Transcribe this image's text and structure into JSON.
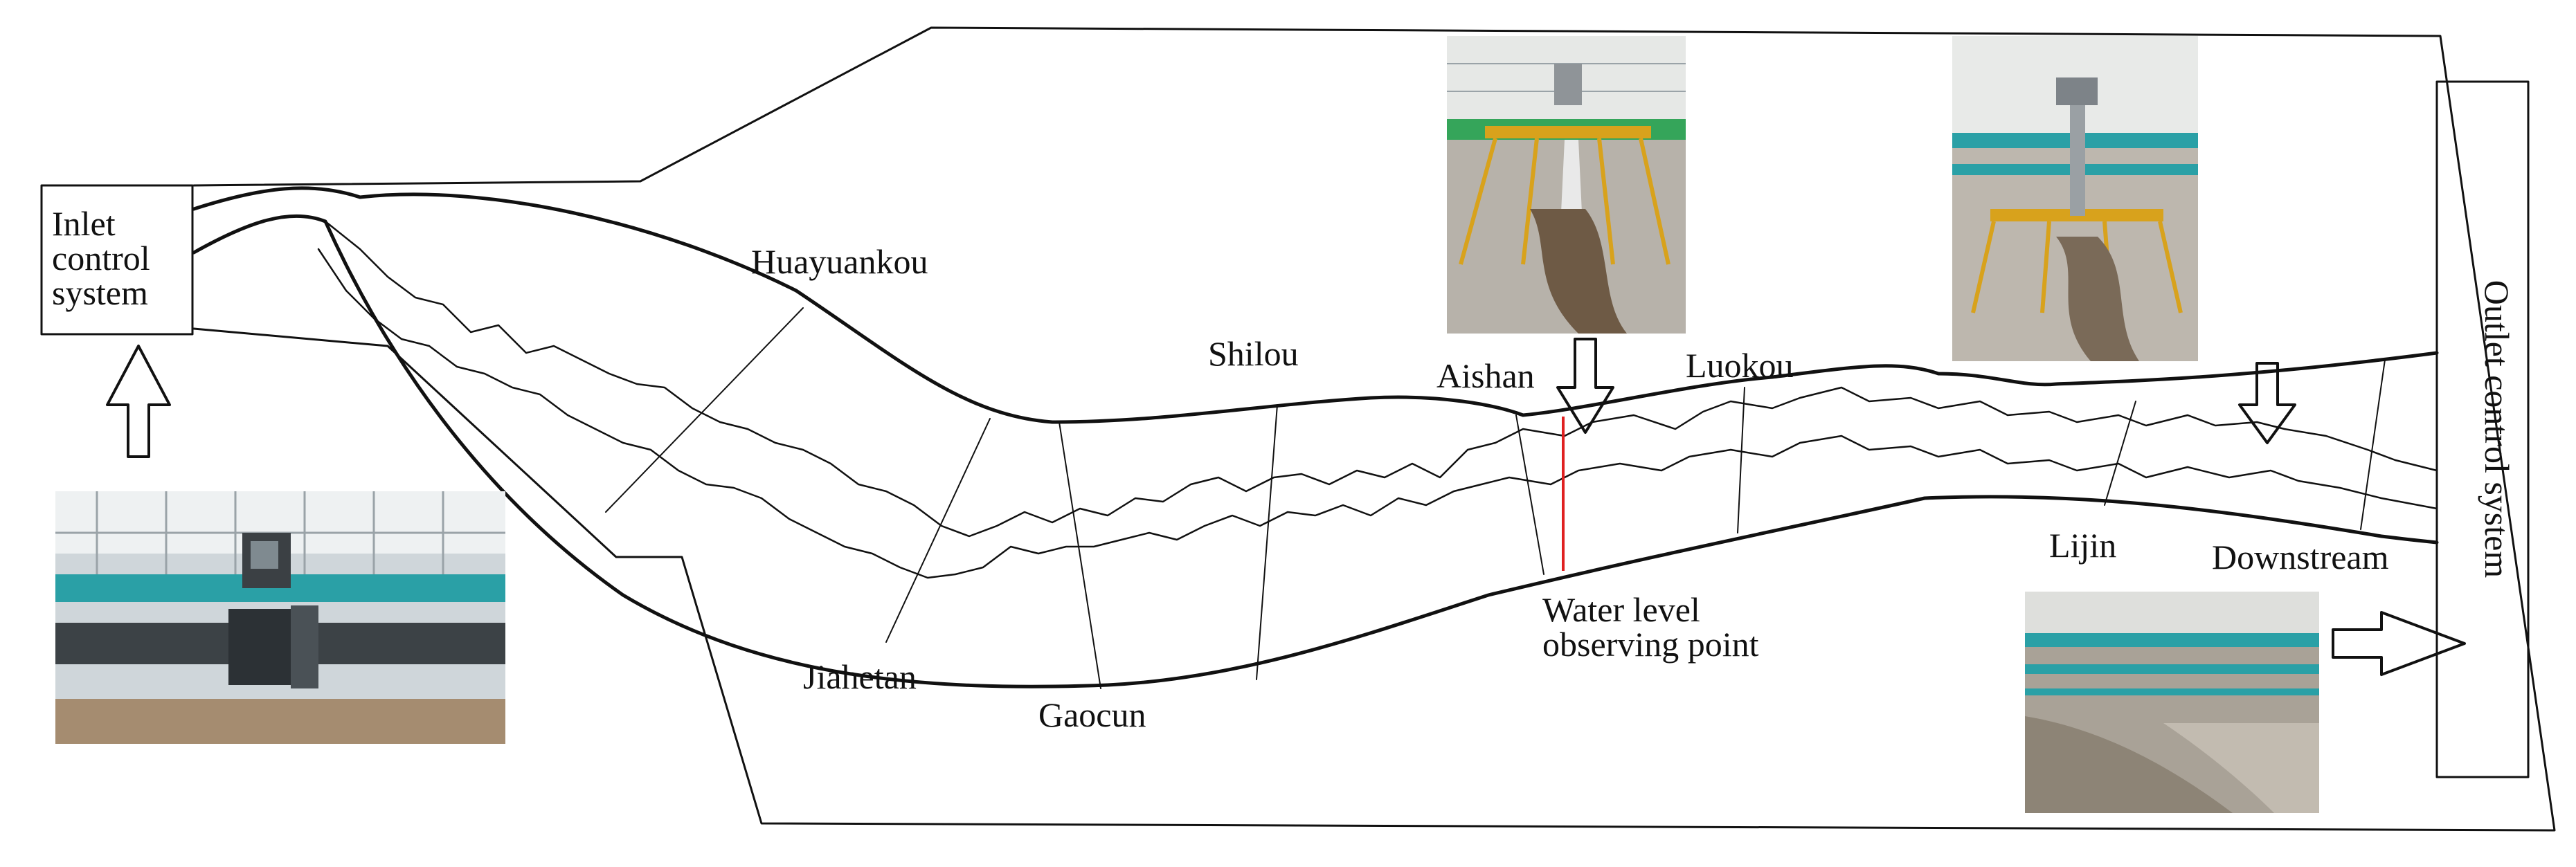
{
  "labels": {
    "inlet": [
      "Inlet",
      "control",
      "system"
    ],
    "outlet": "Outlet control system",
    "water_level": [
      "Water level",
      "observing point"
    ],
    "stations": {
      "huayuankou": "Huayuankou",
      "shilou": "Shilou",
      "aishan": "Aishan",
      "luokou": "Luokou",
      "lijin": "Lijin",
      "downstream": "Downstream",
      "jiahetan": "Jiahetan",
      "gaocun": "Gaocun"
    }
  },
  "photos": {
    "inlet_flowmeter": "flowmeter-photo",
    "aishan_gauge": "level-gauge-photo",
    "luokou_gauge": "level-gauge-photo",
    "outlet_weir": "outlet-channel-photo"
  },
  "colors": {
    "line": "#111111",
    "observing_point": "#e02020"
  }
}
